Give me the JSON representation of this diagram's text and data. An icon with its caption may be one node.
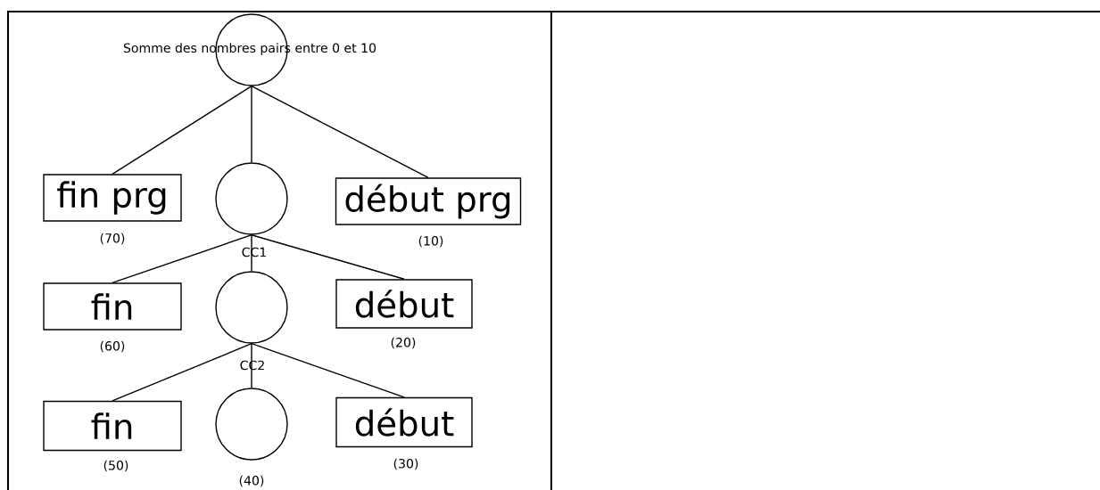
{
  "diagram": {
    "nodes": [
      {
        "text": [
          "Somme des nombres pairs entre 0 et 10"
        ]
      },
      {
        "text": [
          "fin prg"
        ],
        "beside": [
          "(70)"
        ]
      },
      {
        "text": [],
        "shape": "circle",
        "beside": [
          "CC1"
        ]
      },
      {
        "text": [
          "début prg"
        ],
        "beside": [
          "(10)"
        ]
      },
      {
        "text": [
          "fin"
        ],
        "beside": [
          "(60)"
        ]
      },
      {
        "text": [],
        "shape": "circle",
        "beside": [
          "CC2"
        ]
      },
      {
        "text": [
          "début"
        ],
        "beside": [
          "(20)"
        ]
      },
      {
        "text": [
          "fin"
        ],
        "beside": [
          "(50)"
        ]
      },
      {
        "text": [],
        "shape": "circle",
        "beside": [
          "(40)"
        ]
      },
      {
        "text": [
          "début"
        ],
        "beside": [
          "(30)"
        ]
      }
    ],
    "edges": [
      {
        "from": 0,
        "to": 1,
        "arrow": "none"
      },
      {
        "from": 0,
        "to": 2,
        "arrow": "none"
      },
      {
        "from": 0,
        "to": 3,
        "arrow": "none"
      },
      {
        "from": 2,
        "to": 4,
        "arrow": "none"
      },
      {
        "from": 2,
        "to": 5,
        "arrow": "none"
      },
      {
        "from": 2,
        "to": 6,
        "arrow": "none"
      },
      {
        "from": 5,
        "to": 7,
        "arrow": "none"
      },
      {
        "from": 5,
        "to": 8,
        "arrow": "none"
      },
      {
        "from": 5,
        "to": 9,
        "arrow": "none"
      }
    ]
  }
}
